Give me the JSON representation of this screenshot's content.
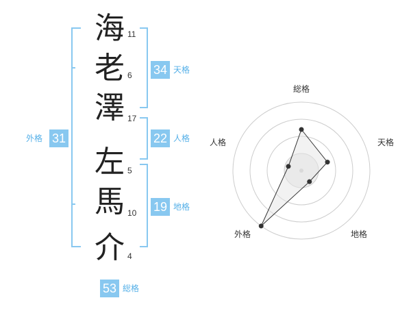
{
  "name": {
    "characters": [
      {
        "char": "海",
        "strokes": "11"
      },
      {
        "char": "老",
        "strokes": "6"
      },
      {
        "char": "澤",
        "strokes": "17"
      },
      {
        "char": "左",
        "strokes": "5"
      },
      {
        "char": "馬",
        "strokes": "10"
      },
      {
        "char": "介",
        "strokes": "4"
      }
    ]
  },
  "fortunes": {
    "tenkaku": {
      "value": "34",
      "label": "天格"
    },
    "jinkaku": {
      "value": "22",
      "label": "人格"
    },
    "chikaku": {
      "value": "19",
      "label": "地格"
    },
    "gaikaku": {
      "value": "31",
      "label": "外格"
    },
    "soukaku": {
      "value": "53",
      "label": "総格"
    }
  },
  "chart_data": {
    "type": "radar",
    "axes": [
      "総格",
      "天格",
      "地格",
      "外格",
      "人格"
    ],
    "values": [
      3,
      2,
      1,
      5,
      1
    ],
    "max": 5,
    "rings": 4,
    "colors": {
      "ring": "#cccccc",
      "line": "#333333",
      "fill": "#eeeeee",
      "accent": "#88c8f0"
    }
  }
}
